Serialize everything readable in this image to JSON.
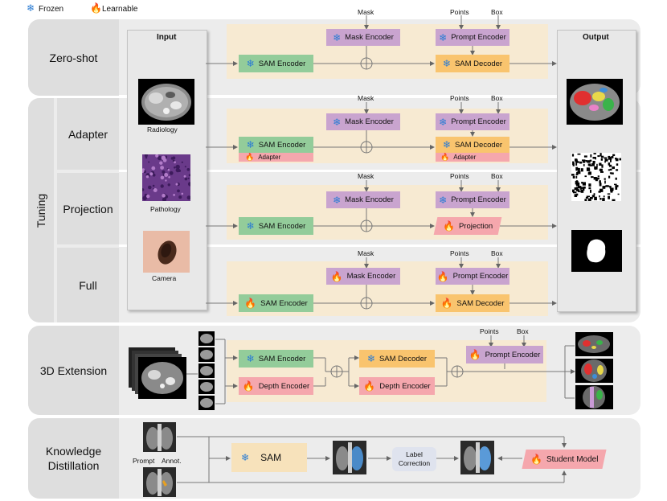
{
  "legend": {
    "frozen": "Frozen",
    "learnable": "Learnable"
  },
  "icons": {
    "frozen": "snowflake-icon",
    "learnable": "flame-icon"
  },
  "colors": {
    "encoder": "#93cc9a",
    "mask_prompt": "#c9a4cf",
    "decoder": "#f9c46e",
    "learnable_module": "#f5a7ad",
    "section_bg": "#f7ead2"
  },
  "rows": {
    "zero_shot": "Zero-shot",
    "tuning": "Tuning",
    "adapter": "Adapter",
    "projection": "Projection",
    "full": "Full",
    "extension_3d": "3D Extension",
    "distillation": "Knowledge Distillation"
  },
  "input_panel": {
    "title": "Input",
    "radiology": "Radiology",
    "pathology": "Pathology",
    "camera": "Camera"
  },
  "output_panel": {
    "title": "Output"
  },
  "blocks": {
    "sam_encoder": "SAM Encoder",
    "mask_encoder": "Mask Encoder",
    "prompt_encoder": "Prompt Encoder",
    "sam_decoder": "SAM Decoder",
    "adapter": "Adapter",
    "projection": "Projection",
    "depth_encoder": "Depth Encoder",
    "sam": "SAM",
    "label_correction": "Label Correction",
    "student_model": "Student Model"
  },
  "prompts": {
    "mask": "Mask",
    "points": "Points",
    "box": "Box"
  },
  "distill": {
    "prompt": "Prompt",
    "annot": "Annot."
  }
}
